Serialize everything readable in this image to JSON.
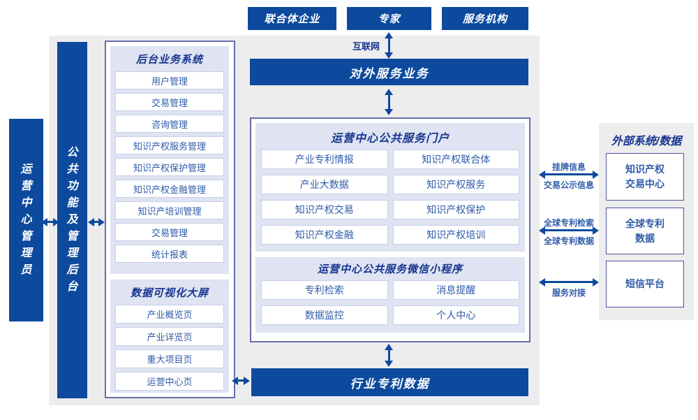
{
  "colors": {
    "primary_blue": "#0d4a9d",
    "title_navy": "#16348f",
    "item_text_blue": "#2e5ba8",
    "panel_gray": "#ededed",
    "lavender_panel": "#dfe3f2",
    "outer_border": "#666da8",
    "item_border": "#c7cee8"
  },
  "actors": [
    "联合体企业",
    "专家",
    "服务机构"
  ],
  "internet_label": "互联网",
  "banners": {
    "external_service": "对外服务业务",
    "industry_patent_data": "行业专利数据"
  },
  "side_bars": {
    "admin": "运营中心管理员",
    "backend": "公共功能及管理后台"
  },
  "backend_system": {
    "title": "后台业务系统",
    "items": [
      "用户管理",
      "交易管理",
      "咨询管理",
      "知识产权服务管理",
      "知识产权保护管理",
      "知识产权金融管理",
      "知识产培训管理",
      "交易管理",
      "统计报表"
    ]
  },
  "dashboard": {
    "title": "数据可视化大屏",
    "items": [
      "产业概览页",
      "产业详览页",
      "重大项目页",
      "运营中心页"
    ]
  },
  "portal": {
    "title": "运营中心公共服务门户",
    "items": [
      "产业专利情报",
      "知识产权联合体",
      "产业大数据",
      "知识产权服务",
      "知识产权交易",
      "知识产权保护",
      "知识产权金融",
      "知识产权培训"
    ]
  },
  "mini_program": {
    "title": "运营中心公共服务微信小程序",
    "items": [
      "专利检索",
      "消息提醒",
      "数据监控",
      "个人中心"
    ]
  },
  "external_systems": {
    "title": "外部系统/数据",
    "boxes": [
      {
        "line1": "知识产权",
        "line2": "交易中心"
      },
      {
        "line1": "全球专利",
        "line2": "数据"
      },
      {
        "line1": "短信平台",
        "line2": ""
      }
    ],
    "connections": [
      {
        "top": "挂牌信息",
        "bottom": "交易公示信息"
      },
      {
        "top": "全球专利检索",
        "bottom": "全球专利数据"
      },
      {
        "top": "",
        "bottom": "服务对接"
      }
    ]
  }
}
